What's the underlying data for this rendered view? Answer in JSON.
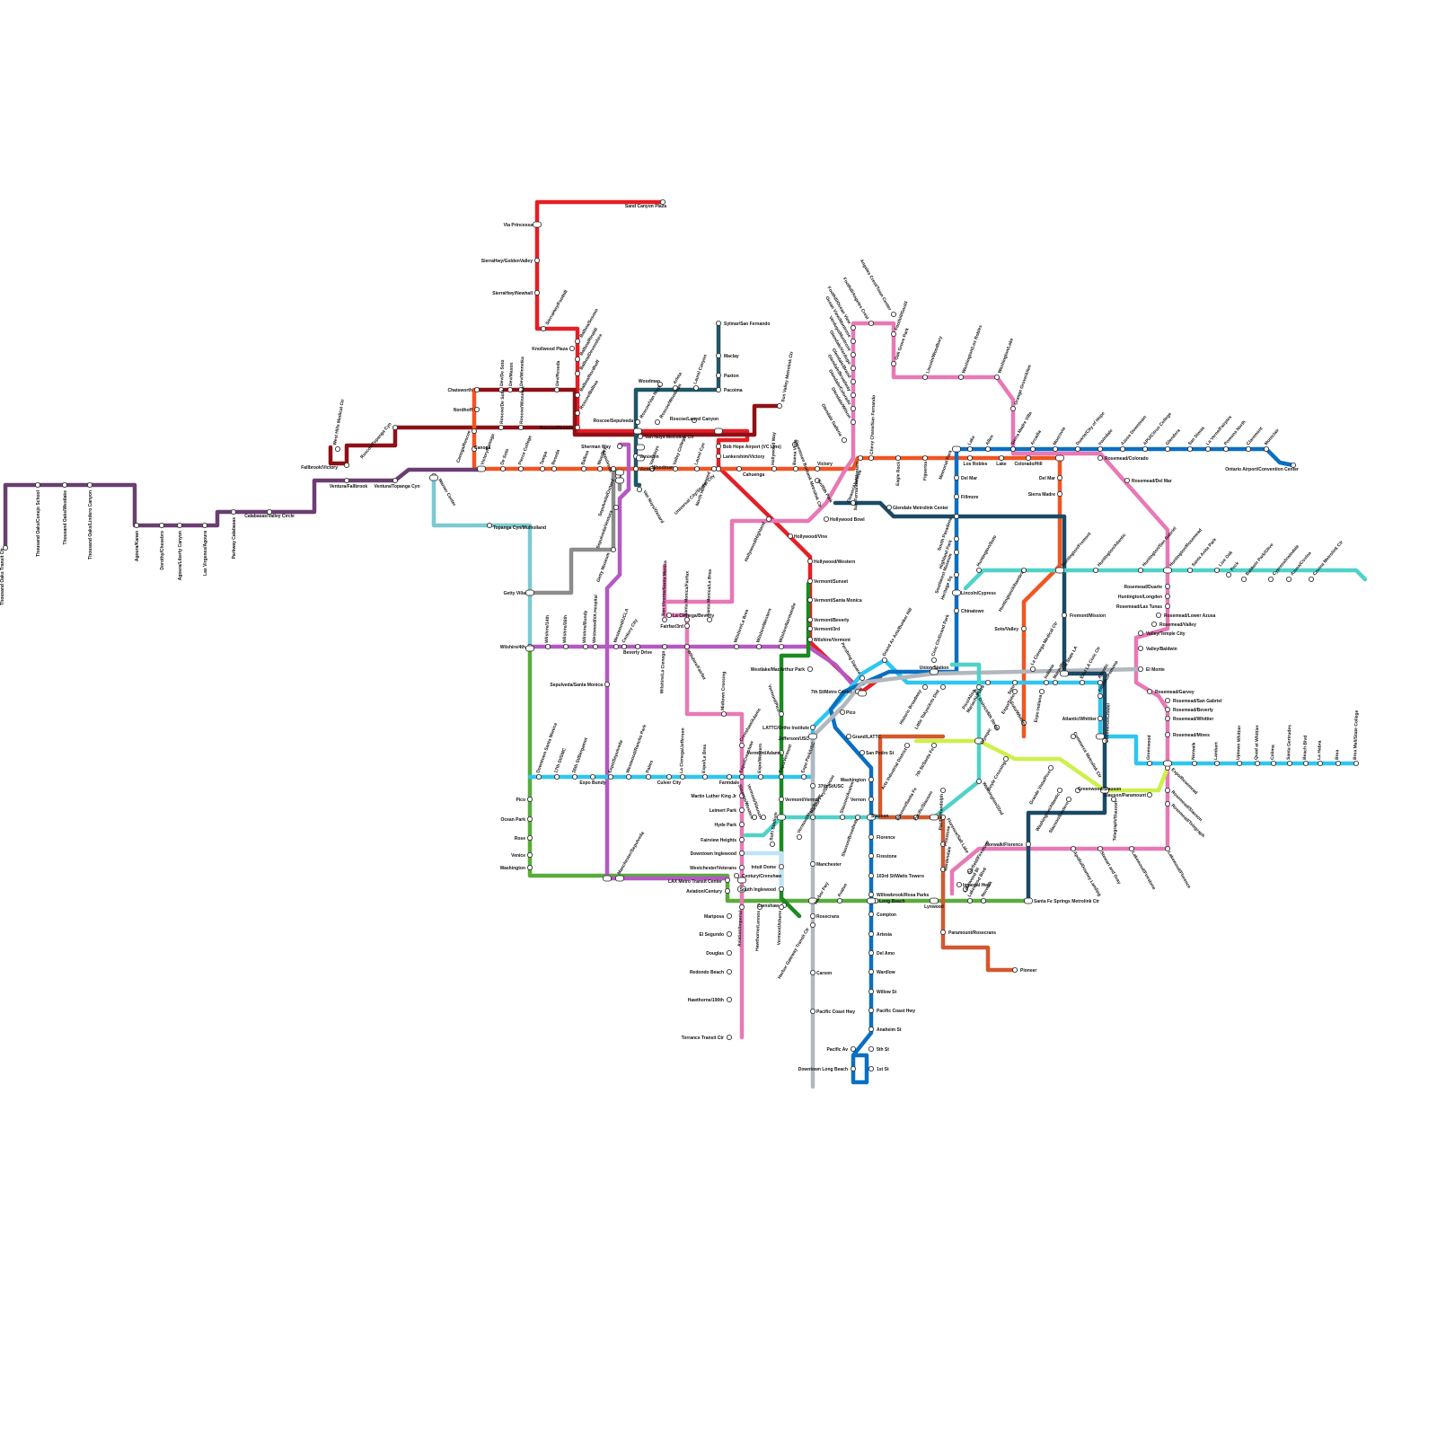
{
  "colors": {
    "red": "#e41e26",
    "darkred": "#8e1016",
    "orange": "#f05522",
    "purple": "#6a3e71",
    "teal": "#7cc9d0",
    "green": "#5aab3e",
    "darkgreen": "#1b8a1f",
    "pink": "#e878b6",
    "magenta": "#b558c3",
    "gray": "#8c8c8c",
    "lightgray": "#b1b7bd",
    "cyan": "#2ec6ef",
    "blue": "#0a6fc2",
    "navy": "#1a4a66",
    "darkteal": "#1f5665",
    "turquoise": "#4fd2c8",
    "lime": "#cdf04a",
    "rust": "#d4582e",
    "lightblue": "#bfe3f7"
  },
  "stations": {
    "t01": "Sand Canyon Plaza",
    "t02": "Via Princessa",
    "t03": "SierraHwy/GoldenValley",
    "t04": "SierraHwy/Newhall",
    "t05": "SierraHwy/Foothill",
    "t06": "Knollwood Plaza",
    "t07": "Balboa/Sesnon",
    "t08": "Balboa/Rinaldi",
    "t09": "Balboa/Devonshire",
    "t10": "Balboa/Nordhoff",
    "t11": "Roscoe/Balboa",
    "t12": "Roscoe/Reseda",
    "t13": "Roscoe/Sepulveda",
    "t14": "Roscoe/Van Nuys",
    "t15": "Roscoe/Woodman",
    "t16": "Roscoe/Laurel Canyon",
    "t17": "Van Nuys Metrolink Ctr",
    "t18": "Bob Hope Airport (VC Line)",
    "t19": "Lankershim/Victory",
    "t20": "Sun Valley Metrolink Ctr",
    "t21": "Sylmar/San Fernando",
    "t22": "Maclay",
    "t23": "Paxton",
    "t24": "Pacoima",
    "t25": "Woodman",
    "t26": "Arleta",
    "t27": "Laurel Canyon",
    "t28": "Chatsworth",
    "t29": "Nordhoff",
    "t30": "Dev/De Soto",
    "t31": "Dev/Mason",
    "t32": "Dev/Winnetka",
    "t33": "Dev/Reseda",
    "t34": "Roscoe/De Soto",
    "t35": "Roscoe/Winnetka",
    "t36": "Canoga/Roscoe",
    "t37": "Roscoe/Topanga Cyn",
    "t38": "West Hills Medical Ctr",
    "t39": "Fallbrook/Victory",
    "t40": "Ventura/Fallbrook",
    "t41": "Ventura/Topanga Cyn",
    "t42": "Warner Center",
    "t43": "Canoga",
    "t44": "Victory/Canoga",
    "t45": "De Soto",
    "t46": "Pierce College",
    "t47": "Tampa",
    "t48": "Reseda",
    "t49": "Balboa",
    "t50": "Woodley",
    "t51": "Sepulveda",
    "t52": "Sherman Way",
    "t53": "Vanowen",
    "t54": "Victory",
    "t55": "Van Nuys",
    "t56": "Woodman",
    "t57": "Valley College",
    "t58": "Laurel Cyn",
    "t59": "North Hollywood",
    "t60": "Cahuenga",
    "t61": "Hollywood Way",
    "t62": "Buena Vista",
    "t63": "Victory",
    "t64": "Downtown Burbank Metrolink Ctr",
    "t65": "Griffith Park",
    "t66": "Universal City/Studio City",
    "t67": "Hollywood/Highland",
    "t68": "Hollywood/Vine",
    "t69": "Hollywood Bowl",
    "t70": "Hollywood/Western",
    "t71": "Vermont/Sunset",
    "t72": "Vermont/Santa Monica",
    "t73": "Vermont/Beverly",
    "t74": "Vermont/3rd",
    "t75": "Wilshire/Vermont",
    "t76": "Westlake/MacArthur Park",
    "t77": "7th St/Metro Center",
    "t78": "Pico",
    "t79": "Grand/LATTC",
    "t80": "San Pedro St",
    "t81": "Washington",
    "t82": "Vernon",
    "t83": "Slauson",
    "t84": "Florence",
    "t85": "Firestone",
    "t86": "103rd St/Watts Towers",
    "t87": "Willowbrook/Rosa Parks",
    "t88": "Compton",
    "t89": "Artesia",
    "t90": "Del Amo",
    "t91": "Wardlow",
    "t92": "Willow St",
    "t93": "Pacific Coast Hwy",
    "t94": "Anaheim St",
    "t95": "5th St",
    "t96": "1st St",
    "t97": "Pacific Av",
    "t98": "Downtown Long Beach",
    "p01": "Thousand Oaks Transit Ctr",
    "p02": "Thousand Oaks/Conejo School",
    "p03": "Thousand Oaks/Westlake",
    "p04": "Thousand Oaks/Lindero Canyon",
    "p05": "Agoura/Kanan",
    "p06": "Dorothy/Chesebro",
    "p07": "Agoura/Liberty Canyon",
    "p08": "Las Virgenes/Agoura",
    "p09": "Parkway Calabasas",
    "p10": "Calabasas/Valley Circle",
    "q01": "Topanga Cyn/Mulholland",
    "q02": "Getty Villa",
    "q03": "Wilshire/4th",
    "q04": "Wilshire/14th",
    "q05": "Wilshire/26th",
    "q06": "Wilshire/Bundy",
    "q07": "Westwood/VA Hospital",
    "q08": "Westwood/UCLA",
    "q09": "Century City",
    "q10": "Beverly Drive",
    "q11": "Wilshire/La Cienega",
    "q12": "Wilshire/Fairfax",
    "q13": "Wilshire/La Brea",
    "q14": "Wilshire/Western",
    "q15": "Wilshire/Normandie",
    "q16": "Sepulveda/Santa Monica",
    "q17": "Getty Museum",
    "q18": "Sepulveda/Ventura",
    "q19": "Sepulveda/Oxnard",
    "q20": "Van Nuys/Oxnard",
    "r01": "Downtown Santa Monica",
    "r02": "17th St/SMC",
    "r03": "26th St/Bergamot",
    "r04": "Expo Bundy",
    "r05": "Expo/Sepulveda",
    "r06": "Westwood/Rancho Park",
    "r07": "Palms",
    "r08": "Culver City",
    "r09": "La Cienega/Jefferson",
    "r10": "Expo/La Brea",
    "r11": "Farmdale",
    "r12": "Expo/Crenshaw",
    "r13": "Expo/Western",
    "r14": "Expo/Vermont",
    "r15": "Expo Park/USC",
    "r16": "Jefferson/USC",
    "r17": "LATTC/Ortho Institute",
    "r18": "Vermont/Adams",
    "r19": "Vermont/Pico",
    "r20": "37th St/USC",
    "s01": "Pico",
    "s02": "Ocean Park",
    "s03": "Rose",
    "s04": "Venice",
    "s05": "Washington",
    "s06": "Manchester/Sepulveda",
    "s07": "LAX Metro Transit Center",
    "s08": "Aviation/Century",
    "s09": "Crenshaw/Adams",
    "s10": "Midtown Crossing",
    "s11": "Martin Luther King Jr",
    "s12": "Leimert Park",
    "s13": "Hyde Park",
    "s14": "Fairview Heights",
    "s15": "Downtown Inglewood",
    "s16": "Westchester/Veterans",
    "s17": "Century/Crenshaw",
    "s18": "South Inglewood",
    "s19": "Intuit Dome",
    "s20": "SoFi Stadium",
    "s21": "Crenshaw",
    "s22": "Mariposa",
    "s23": "El Segundo",
    "s24": "Douglas",
    "s25": "Redondo Beach",
    "s26": "Hawthorne/190th",
    "s27": "Torrance Transit Ctr",
    "s28": "Aviation/Imperial",
    "s29": "Hawthorne/Lennox",
    "s30": "Vermont/Athens",
    "s31": "Harbor Gateway Transit Ctr",
    "s32": "Harbor Fwy",
    "s33": "Avalon",
    "s34": "Long Beach",
    "s35": "Lynwood",
    "s36": "Lakewood Blvd",
    "s37": "Norwalk",
    "s38": "Santa Fe Springs Metrolink Ctr",
    "u01": "San Vicente/Santa Monica",
    "u02": "Santa Monica/Fairfax",
    "u03": "Santa Monica/La Brea",
    "u04": "La Cienega/Beverly",
    "u05": "Fairfax/3rd",
    "v01": "Manchester",
    "v02": "Rosecrans",
    "v03": "Carson",
    "v04": "Pacific Coast Hwy",
    "v05": "Vermont/Manchester",
    "v06": "Vermont/Vernon",
    "v07": "Vermont/Slauson",
    "v08": "Slauson/Western",
    "v09": "Harbor Fwy/Slauson",
    "v10": "Slauson/Avalon",
    "v11": "Slauson/Broadway",
    "w01": "Union Station",
    "w02": "Civic Ctr/Grand Park",
    "w03": "Grand Av Arts/Bunker Hill",
    "w04": "Pershing Square",
    "w05": "Historic Broadway",
    "w06": "Little Tokyo/Arts Dist",
    "w07": "Pico/Aliso",
    "w08": "Mariachi Plaza",
    "w09": "Soto",
    "w10": "Indiana",
    "w11": "Maravilla",
    "w12": "East LA Civic Ctr",
    "w13": "Atlantic",
    "w14": "Atlantic/Pomona",
    "w15": "Atlantic/Whittier",
    "w16": "Arts District/6th Street",
    "w17": "Expo/Soto",
    "w18": "Soto/Whittier",
    "w19": "Expo Indiana",
    "x01": "Chinatown",
    "x02": "Lincoln/Cypress",
    "x03": "Heritage Sq",
    "x04": "Southwest Museum",
    "x05": "Highland Park",
    "x06": "South Pasadena",
    "x07": "Fillmore",
    "x08": "Del Mar",
    "x09": "Memorial Park",
    "x10": "Lake",
    "x11": "Allen",
    "x12": "Sierra Madre Villa",
    "x13": "Arcadia",
    "x14": "Monrovia",
    "x15": "Duarte/City of Hope",
    "x16": "Irwindale",
    "x17": "Azusa Downtown",
    "x18": "APU/Citrus College",
    "x19": "Glendora",
    "x20": "San Dimas",
    "x21": "La Verne/Fairplex",
    "x22": "Pomona North",
    "x23": "Claremont",
    "x24": "Montclair",
    "x25": "Ontario Airport/Convention Center",
    "x26": "Los Robles",
    "x27": "Lake",
    "x28": "Colorado/Hill",
    "x29": "Del Mar",
    "x30": "Sierra Madre",
    "x31": "Rosemead/Colorado",
    "x32": "Rosemead/Del Mar",
    "y01": "Angeles Crest/Town Center",
    "y02": "Foothill/Angeles Crest",
    "y03": "Foothill/Ocean View",
    "y04": "Ocean View/Montrose",
    "y05": "Verdugo/Montrose",
    "y06": "Glendale/Verdugo",
    "y07": "Glendale/Brand",
    "y08": "Glendale/Broadway",
    "y09": "Glendale/Colorado",
    "y10": "Glendale/Wilson",
    "y11": "Glendale Galleria",
    "y12": "Foothill/Gould",
    "y13": "Oak Grove Park",
    "y14": "Lincoln/Woodbury",
    "y15": "Washington/Los Robles",
    "y16": "Washington/Lake",
    "y17": "Orange Grove/Allen",
    "z01": "Flower/Alameda",
    "z02": "San Fernando/Western",
    "z03": "Chevy Chase/San Fernando",
    "z04": "Eagle Rock",
    "z05": "Figueroa",
    "z06": "Glendale Metrolink Center",
    "z07": "Hollywood Bowl",
    "n01": "Huntington/Soto",
    "n02": "Huntington/Alhambra",
    "n03": "Huntington/Fremont",
    "n04": "Huntington/Atlantic",
    "n05": "Huntington/San Gabriel",
    "n06": "Huntington/Rosemead",
    "n07": "Santa Anita Park",
    "n08": "Live Oak",
    "n09": "Peck",
    "n10": "Baldwin Park/Olive",
    "n11": "Cypress/Irwindale",
    "n12": "Azusa/Covina",
    "n13": "Covina Metrolink Ctr",
    "n14": "Fremont/Mission",
    "n15": "Cal State LA",
    "n16": "El Monte",
    "n17": "La Cienega Medical Ctr",
    "n18": "Soto/Valley",
    "o01": "Rosemead/Duarte",
    "o02": "Huntington/Longden",
    "o03": "Rosemead/Las Tunas",
    "o04": "Rosemead/Lower Azusa",
    "o05": "Rosemead/Valley",
    "o06": "Valley/Temple City",
    "o07": "Valley/Baldwin",
    "o08": "Rosemead/Garvey",
    "o09": "Rosemead/San Gabriel",
    "o10": "Rosemead/Beverly",
    "o11": "Rosemead/Whittier",
    "o12": "Rosemead/Mines",
    "o13": "Greenwood",
    "o14": "Norwalk",
    "o15": "Lambert",
    "o16": "Uptown Whittier",
    "o17": "Quad at Whittier",
    "o18": "Colima",
    "o19": "Santa Gertrudes",
    "o20": "Beach Blvd",
    "o21": "La Habra",
    "o22": "Brea",
    "o23": "Brea Mall/State College",
    "o24": "Expo/Rosemead",
    "o25": "Rosemead/Slauson",
    "o26": "Rosemead/Telegraph",
    "o27": "Lakewood/Florence",
    "o28": "Lakewood/Firestone",
    "o29": "Stewart and Gray",
    "o30": "Apollo/Downey Landing",
    "k01": "Commerce Metrolink Ctr",
    "k02": "Commerce/Citadel",
    "k03": "Telegraph/Slauson",
    "k04": "Slauson/Paramount",
    "k05": "Greenwood/Slauson",
    "k06": "Washington/Atlantic",
    "k07": "Slauson/Eastern",
    "k08": "Grande Vista/Pico",
    "k09": "Boyle Crossing",
    "k10": "Washington/22nd",
    "k11": "Pacific/Randolph",
    "k12": "Florence/Salt Lake",
    "k13": "Firestone",
    "k14": "Gardendale",
    "k15": "Paramount/Rosecrans",
    "k16": "Pioneer",
    "k17": "Arts Industrial District",
    "k18": "7th St/Santa Fe",
    "k19": "Olympic",
    "k20": "Pacific/Slauson",
    "k21": "Slauson/Santa Fe",
    "k22": "Norwalk/Florence",
    "k23": "Garfield/Firestone",
    "k24": "Imperial Hwy",
    "k25": "Lakewood Bl"
  }
}
